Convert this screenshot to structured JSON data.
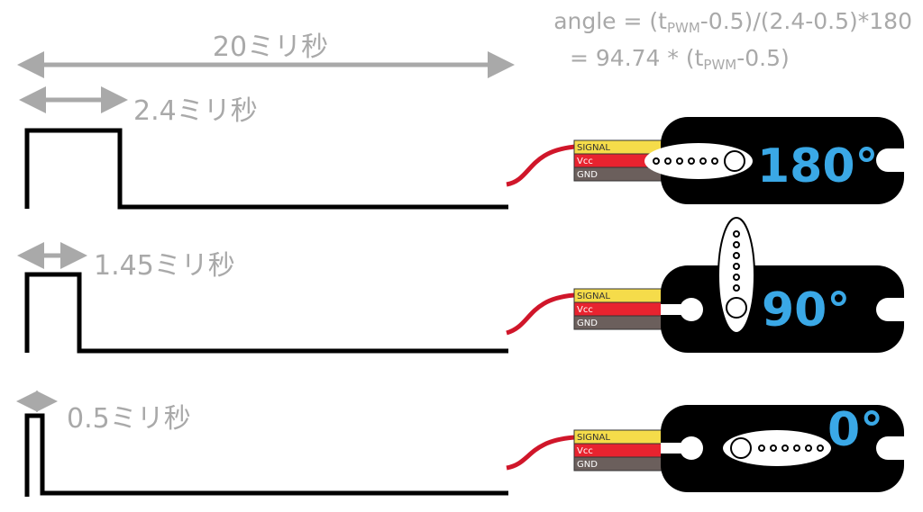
{
  "formula": {
    "line1_prefix": "angle = (t",
    "sub": "PWM",
    "line1_suffix": "-0.5)/(2.4-0.5)*180",
    "line2_prefix": "= 94.74 * (t",
    "line2_suffix": "-0.5)"
  },
  "period_label": "20ミリ秒",
  "pulses": [
    {
      "label": "2.4ミリ秒",
      "angle": "180°"
    },
    {
      "label": "1.45ミリ秒",
      "angle": "90°"
    },
    {
      "label": "0.5ミリ秒",
      "angle": "0°"
    }
  ],
  "wires": {
    "signal": "SIGNAL",
    "vcc": "Vcc",
    "gnd": "GND"
  },
  "colors": {
    "signal": "#f5dc4a",
    "vcc": "#e8232f",
    "gnd": "#6b5f5c",
    "angle": "#3aa8e6",
    "cable": "#d0162a"
  }
}
